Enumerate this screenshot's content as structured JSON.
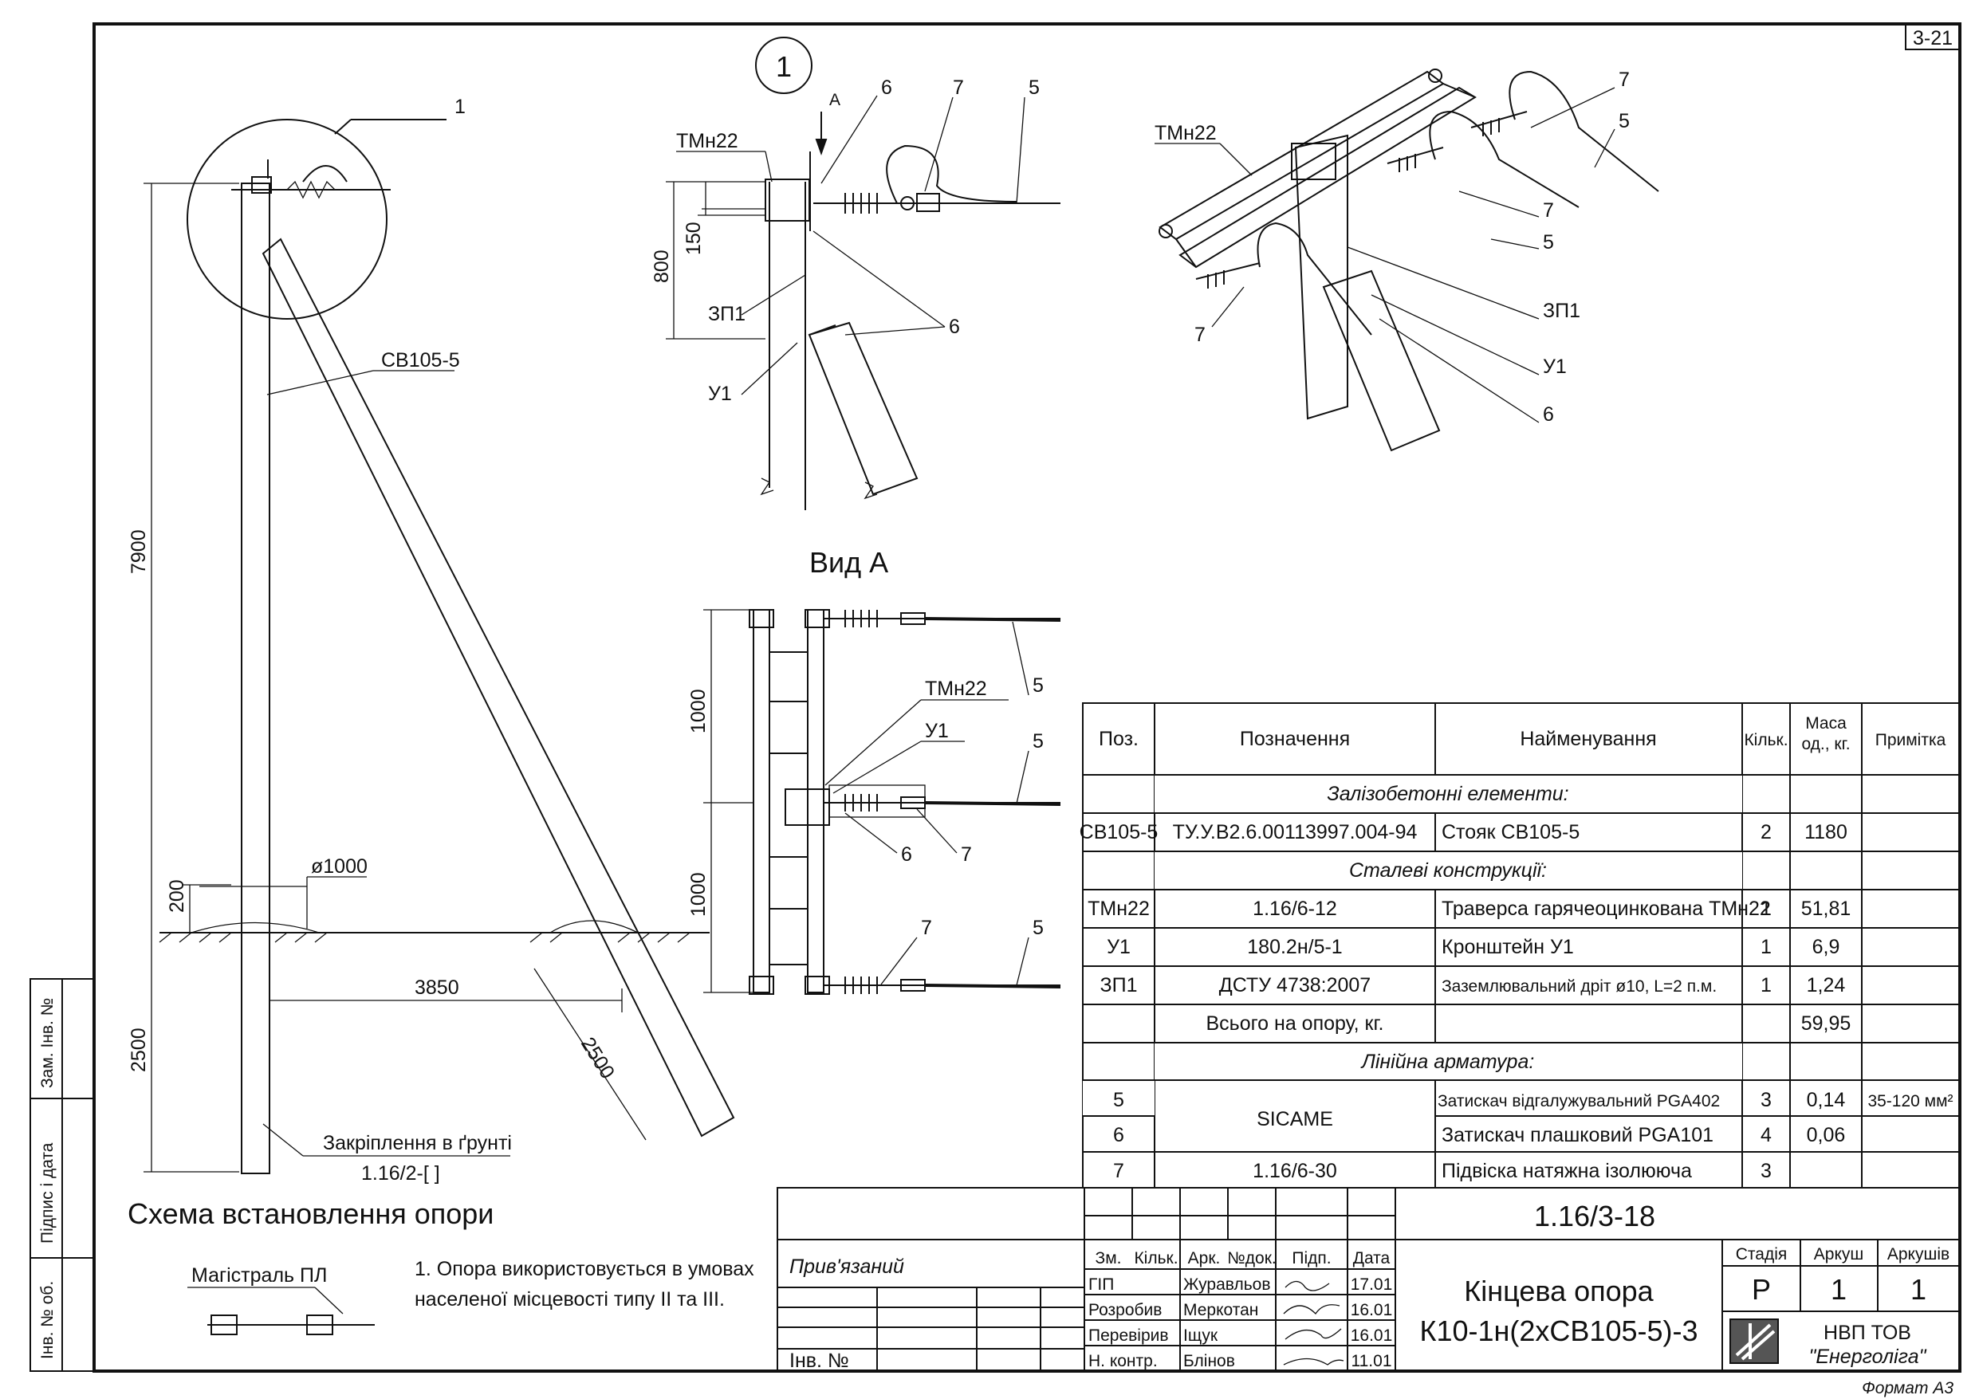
{
  "sheet_code": "3-21",
  "format_label": "Формат А3",
  "drawing_code": "1.16/3-18",
  "callout_1": "1",
  "title": "Кінцева опора",
  "subtitle": "К10-1н(2хСВ105-5)-3",
  "company": [
    "НВП ТОВ",
    "\"Енерголіга\""
  ],
  "scheme": {
    "title": "Схема встановлення опори",
    "pole_label": "СВ105-5",
    "callout": "1",
    "dims": {
      "height": "7900",
      "embed": "2500",
      "depth": "200",
      "diameter": "ø1000",
      "spacing": "3850",
      "strut_embed": "2500"
    },
    "fixing_label": "Закріплення в ґрунті",
    "fixing_ref": "1.16/2-[    ]"
  },
  "detail": {
    "labels": {
      "tmn": "ТМн22",
      "zp": "ЗП1",
      "u": "У1",
      "a": "А",
      "p6": "6",
      "p6b": "6",
      "p7": "7",
      "p5": "5"
    },
    "dims": {
      "d800": "800",
      "d150": "150"
    }
  },
  "view_a": {
    "title": "Вид А",
    "labels": {
      "tmn": "ТМн22",
      "u": "У1",
      "p6": "6",
      "p7": "7",
      "p7b": "7",
      "p5a": "5",
      "p5b": "5",
      "p5c": "5"
    },
    "dims": {
      "d1": "1000",
      "d2": "1000"
    }
  },
  "iso": {
    "labels": {
      "tmn": "ТМн22",
      "p7a": "7",
      "p5a": "5",
      "p7b": "7",
      "p5b": "5",
      "zp": "ЗП1",
      "p7c": "7",
      "u": "У1",
      "p6": "6"
    }
  },
  "spec": {
    "headers": [
      "Поз.",
      "Позначення",
      "Найменування",
      "Кільк.",
      "Маса од., кг.",
      "Примітка"
    ],
    "sections": {
      "rc": "Залізобетонні елементи:",
      "steel": "Сталеві конструкції:",
      "fittings": "Лінійна арматура:"
    },
    "rows": [
      {
        "pos": "СВ105-5",
        "code": "ТУ.У.В2.6.00113997.004-94",
        "name": "Стояк СВ105-5",
        "qty": "2",
        "mass": "1180",
        "note": ""
      },
      {
        "pos": "ТМн22",
        "code": "1.16/6-12",
        "name": "Траверса гарячеоцинкована ТМн22",
        "qty": "1",
        "mass": "51,81",
        "note": ""
      },
      {
        "pos": "У1",
        "code": "180.2н/5-1",
        "name": "Кронштейн У1",
        "qty": "1",
        "mass": "6,9",
        "note": ""
      },
      {
        "pos": "ЗП1",
        "code": "ДСТУ 4738:2007",
        "name": "Заземлювальний дріт ø10, L=2 п.м.",
        "qty": "1",
        "mass": "1,24",
        "note": ""
      },
      {
        "pos": "5",
        "code": "SICAME",
        "name": "Затискач відгалужувальний PGA402",
        "qty": "3",
        "mass": "0,14",
        "note": "35-120 мм²"
      },
      {
        "pos": "6",
        "code": "",
        "name": "Затискач плашковий PGA101",
        "qty": "4",
        "mass": "0,06",
        "note": ""
      },
      {
        "pos": "7",
        "code": "1.16/6-30",
        "name": "Підвіска натяжна ізолююча",
        "qty": "3",
        "mass": "",
        "note": ""
      }
    ],
    "total_label": "Всього на опору, кг.",
    "total_value": "59,95"
  },
  "notes": {
    "main_line": "Магістраль ПЛ",
    "note1": [
      "1. Опора використовується в умовах",
      "населеної місцевості типу II та III."
    ]
  },
  "stamp": {
    "linked": "Прив'язаний",
    "inv_no": "Інв. №",
    "headers": [
      "Зм.",
      "Кільк.",
      "Арк.",
      "№док.",
      "Підп.",
      "Дата"
    ],
    "roles": [
      "ГІП",
      "Розробив",
      "Перевірив",
      "Н. контр."
    ],
    "names": [
      "Журавльов",
      "Меркотан",
      "Іщук",
      "Блінов"
    ],
    "dates": [
      "17.01",
      "16.01",
      "16.01",
      "11.01"
    ],
    "stage_label": "Стадія",
    "sheet_label": "Аркуш",
    "sheets_label": "Аркушів",
    "stage": "Р",
    "sheet": "1",
    "sheets": "1"
  },
  "side": [
    "Зам. Інв. №",
    "Підпис і дата",
    "Інв. № об."
  ]
}
